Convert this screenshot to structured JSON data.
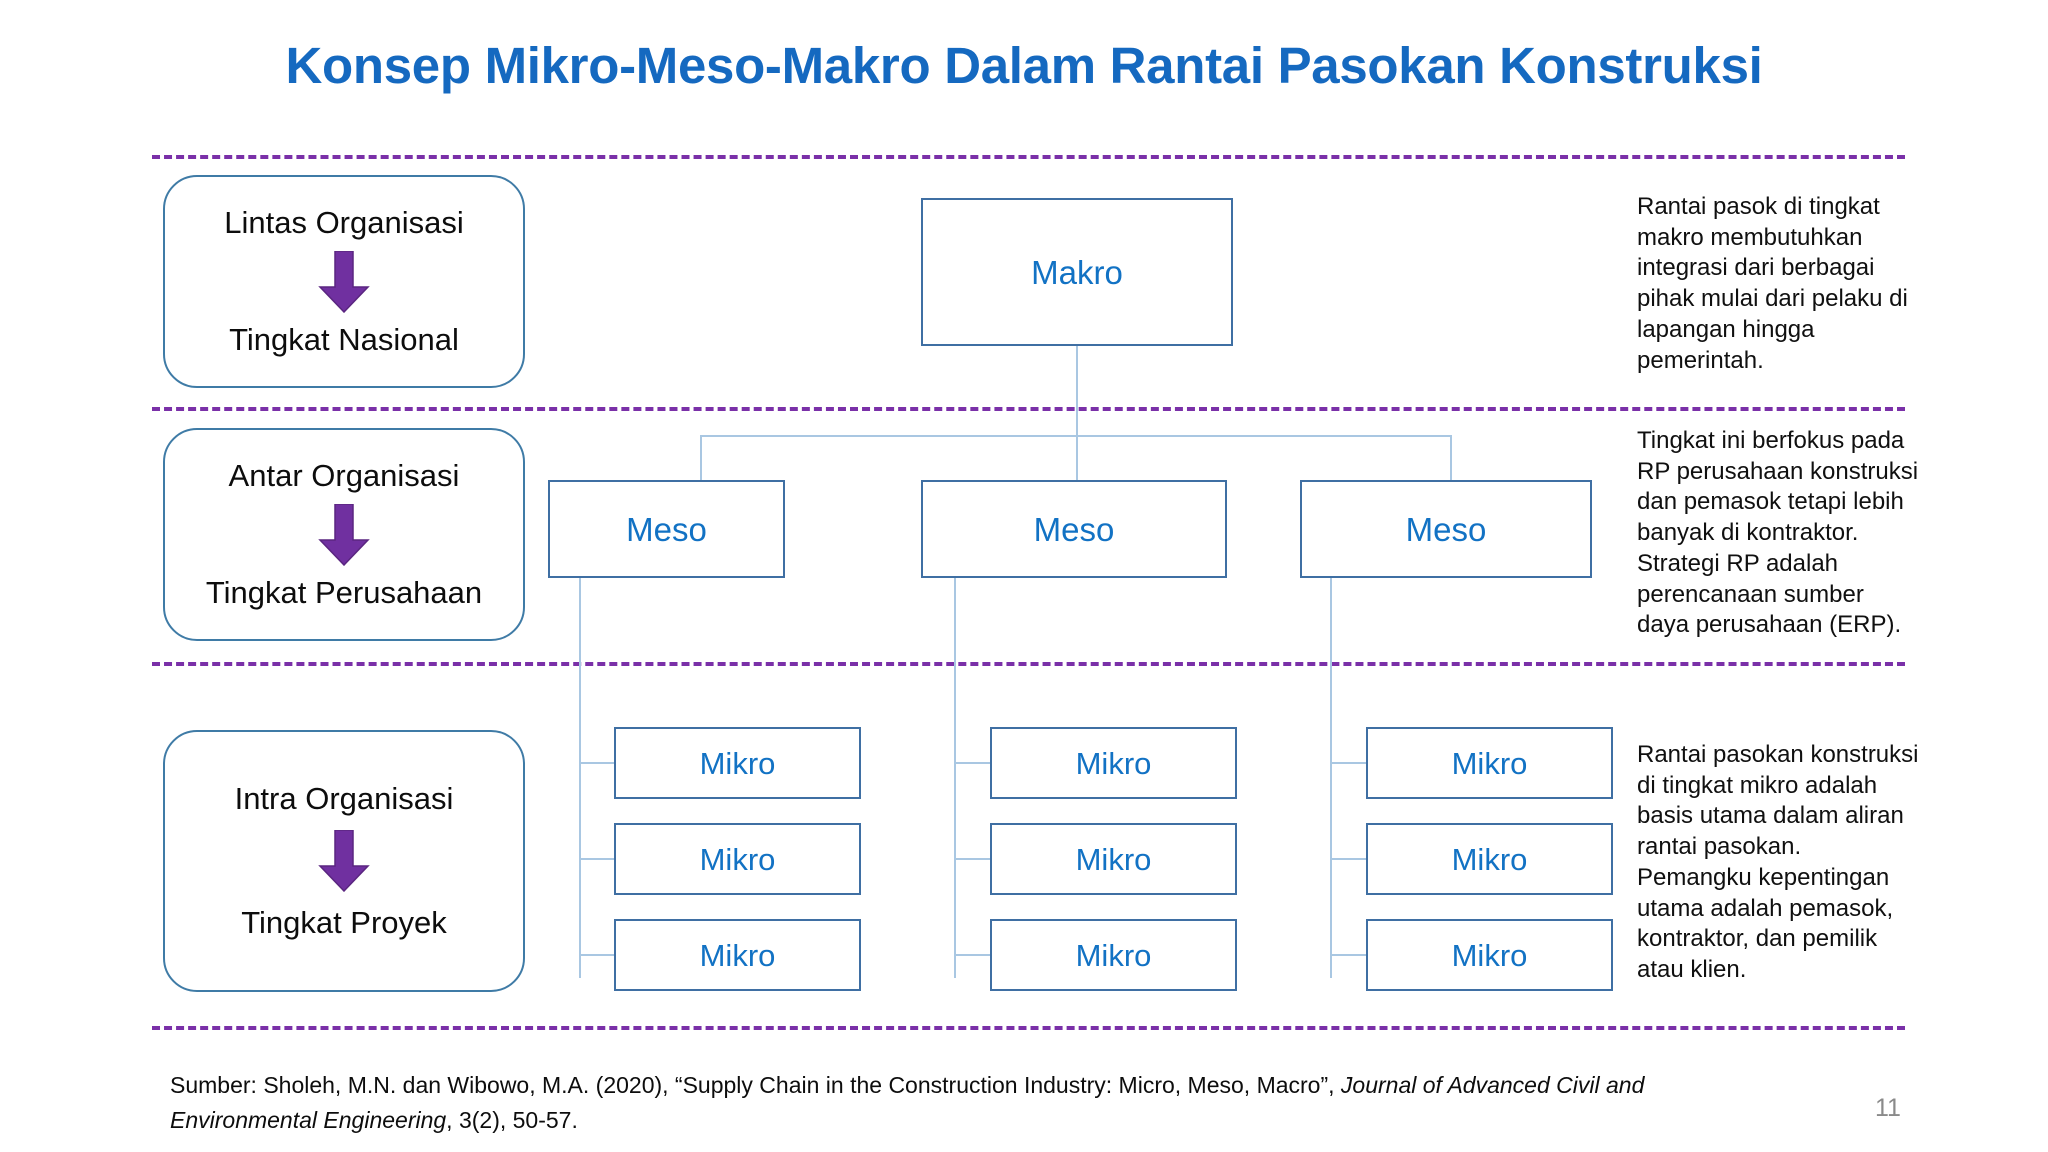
{
  "title": "Konsep Mikro-Meso-Makro Dalam Rantai Pasokan Konstruksi",
  "levels": [
    {
      "top_label": "Lintas Organisasi",
      "arrow_icon": "down-arrow-icon",
      "bottom_label": "Tingkat Nasional"
    },
    {
      "top_label": "Antar Organisasi",
      "arrow_icon": "down-arrow-icon",
      "bottom_label": "Tingkat Perusahaan"
    },
    {
      "top_label": "Intra Organisasi",
      "arrow_icon": "down-arrow-icon",
      "bottom_label": "Tingkat Proyek"
    }
  ],
  "chart_data": {
    "type": "diagram",
    "structure": "hierarchy",
    "root": {
      "label": "Makro"
    },
    "meso": [
      {
        "label": "Meso",
        "children": [
          "Mikro",
          "Mikro",
          "Mikro"
        ]
      },
      {
        "label": "Meso",
        "children": [
          "Mikro",
          "Mikro",
          "Mikro"
        ]
      },
      {
        "label": "Meso",
        "children": [
          "Mikro",
          "Mikro",
          "Mikro"
        ]
      }
    ]
  },
  "nodes": {
    "makro": "Makro",
    "meso_1": "Meso",
    "meso_2": "Meso",
    "meso_3": "Meso",
    "mikro_c1_r1": "Mikro",
    "mikro_c1_r2": "Mikro",
    "mikro_c1_r3": "Mikro",
    "mikro_c2_r1": "Mikro",
    "mikro_c2_r2": "Mikro",
    "mikro_c2_r3": "Mikro",
    "mikro_c3_r1": "Mikro",
    "mikro_c3_r2": "Mikro",
    "mikro_c3_r3": "Mikro"
  },
  "side_notes": [
    "Rantai pasok di tingkat makro membutuhkan integrasi dari berbagai pihak mulai dari pelaku di lapangan hingga pemerintah.",
    "Tingkat ini berfokus pada RP perusahaan konstruksi dan pemasok tetapi lebih banyak di kontraktor. Strategi RP adalah perencanaan sumber daya perusahaan (ERP).",
    "Rantai pasokan konstruksi di tingkat mikro adalah basis utama dalam aliran rantai pasokan. Pemangku kepentingan utama adalah pemasok, kontraktor, dan pemilik atau klien."
  ],
  "citation": {
    "part_1": "Sumber: Sholeh, M.N. dan Wibowo, M.A. (2020), “Supply Chain in the Construction Industry: Micro, Meso, Macro”, ",
    "italic_1": "Journal of Advanced Civil and Environmental Engineering",
    "part_2": ", 3(2), 50-57."
  },
  "page_number": "11",
  "colors": {
    "title_blue": "#1569c0",
    "node_text_blue": "#1272c4",
    "node_border": "#3f6fa3",
    "connector": "#a9c7e2",
    "dashed_purple": "#7a30a8",
    "card_border": "#3f7ba6",
    "arrow_purple": "#7030a0"
  }
}
